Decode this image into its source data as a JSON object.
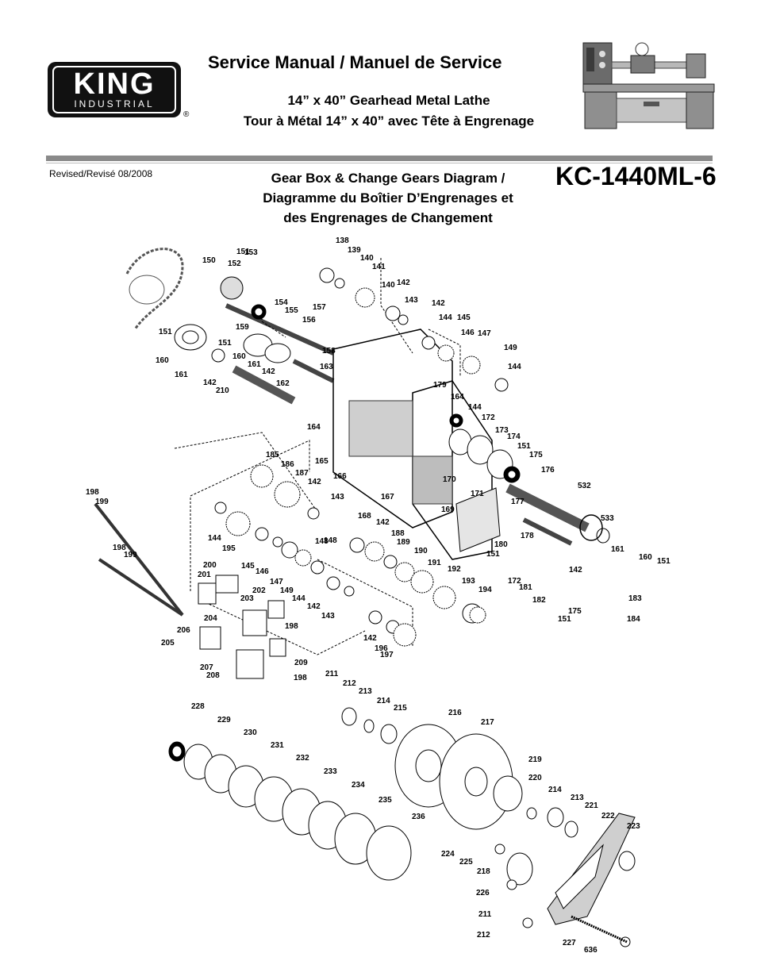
{
  "header": {
    "logo_main": "KING",
    "logo_sub": "INDUSTRIAL",
    "registered": "®",
    "title": "Service Manual / Manuel de Service",
    "subtitle_line1": "14” x 40” Gearhead Metal Lathe",
    "subtitle_line2": "Tour à Métal 14” x 40” avec Tête à Engrenage"
  },
  "revision": "Revised/Revisé 08/2008",
  "diagram_title": {
    "line1": "Gear Box & Change Gears Diagram /",
    "line2": "Diagramme du Boîtier D’Engrenages et",
    "line3": "des Engrenages de Changement"
  },
  "model": "KC-1440ML-6",
  "part_labels": [
    "138",
    "139",
    "140",
    "141",
    "140",
    "142",
    "143",
    "151",
    "153",
    "150",
    "152",
    "154",
    "155",
    "157",
    "156",
    "151",
    "159",
    "158",
    "151",
    "160",
    "161",
    "142",
    "163",
    "160",
    "161",
    "142",
    "162",
    "210",
    "142",
    "144",
    "145",
    "146",
    "147",
    "148",
    "149",
    "144",
    "179",
    "164",
    "144",
    "172",
    "173",
    "174",
    "151",
    "175",
    "164",
    "176",
    "165",
    "166",
    "185",
    "186",
    "187",
    "142",
    "143",
    "167",
    "170",
    "171",
    "198",
    "199",
    "144",
    "195",
    "145",
    "146",
    "147",
    "148",
    "149",
    "144",
    "142",
    "143",
    "168",
    "142",
    "188",
    "189",
    "190",
    "191",
    "192",
    "193",
    "194",
    "169",
    "180",
    "151",
    "177",
    "178",
    "172",
    "181",
    "182",
    "151",
    "175",
    "142",
    "161",
    "160",
    "151",
    "183",
    "184",
    "532",
    "533",
    "198",
    "199",
    "200",
    "201",
    "202",
    "203",
    "204",
    "206",
    "205",
    "207",
    "208",
    "198",
    "209",
    "198",
    "142",
    "196",
    "197",
    "211",
    "212",
    "213",
    "214",
    "215",
    "216",
    "217",
    "228",
    "229",
    "230",
    "231",
    "232",
    "233",
    "234",
    "235",
    "236",
    "219",
    "220",
    "214",
    "213",
    "221",
    "222",
    "223",
    "224",
    "225",
    "218",
    "226",
    "211",
    "212",
    "227",
    "636"
  ]
}
